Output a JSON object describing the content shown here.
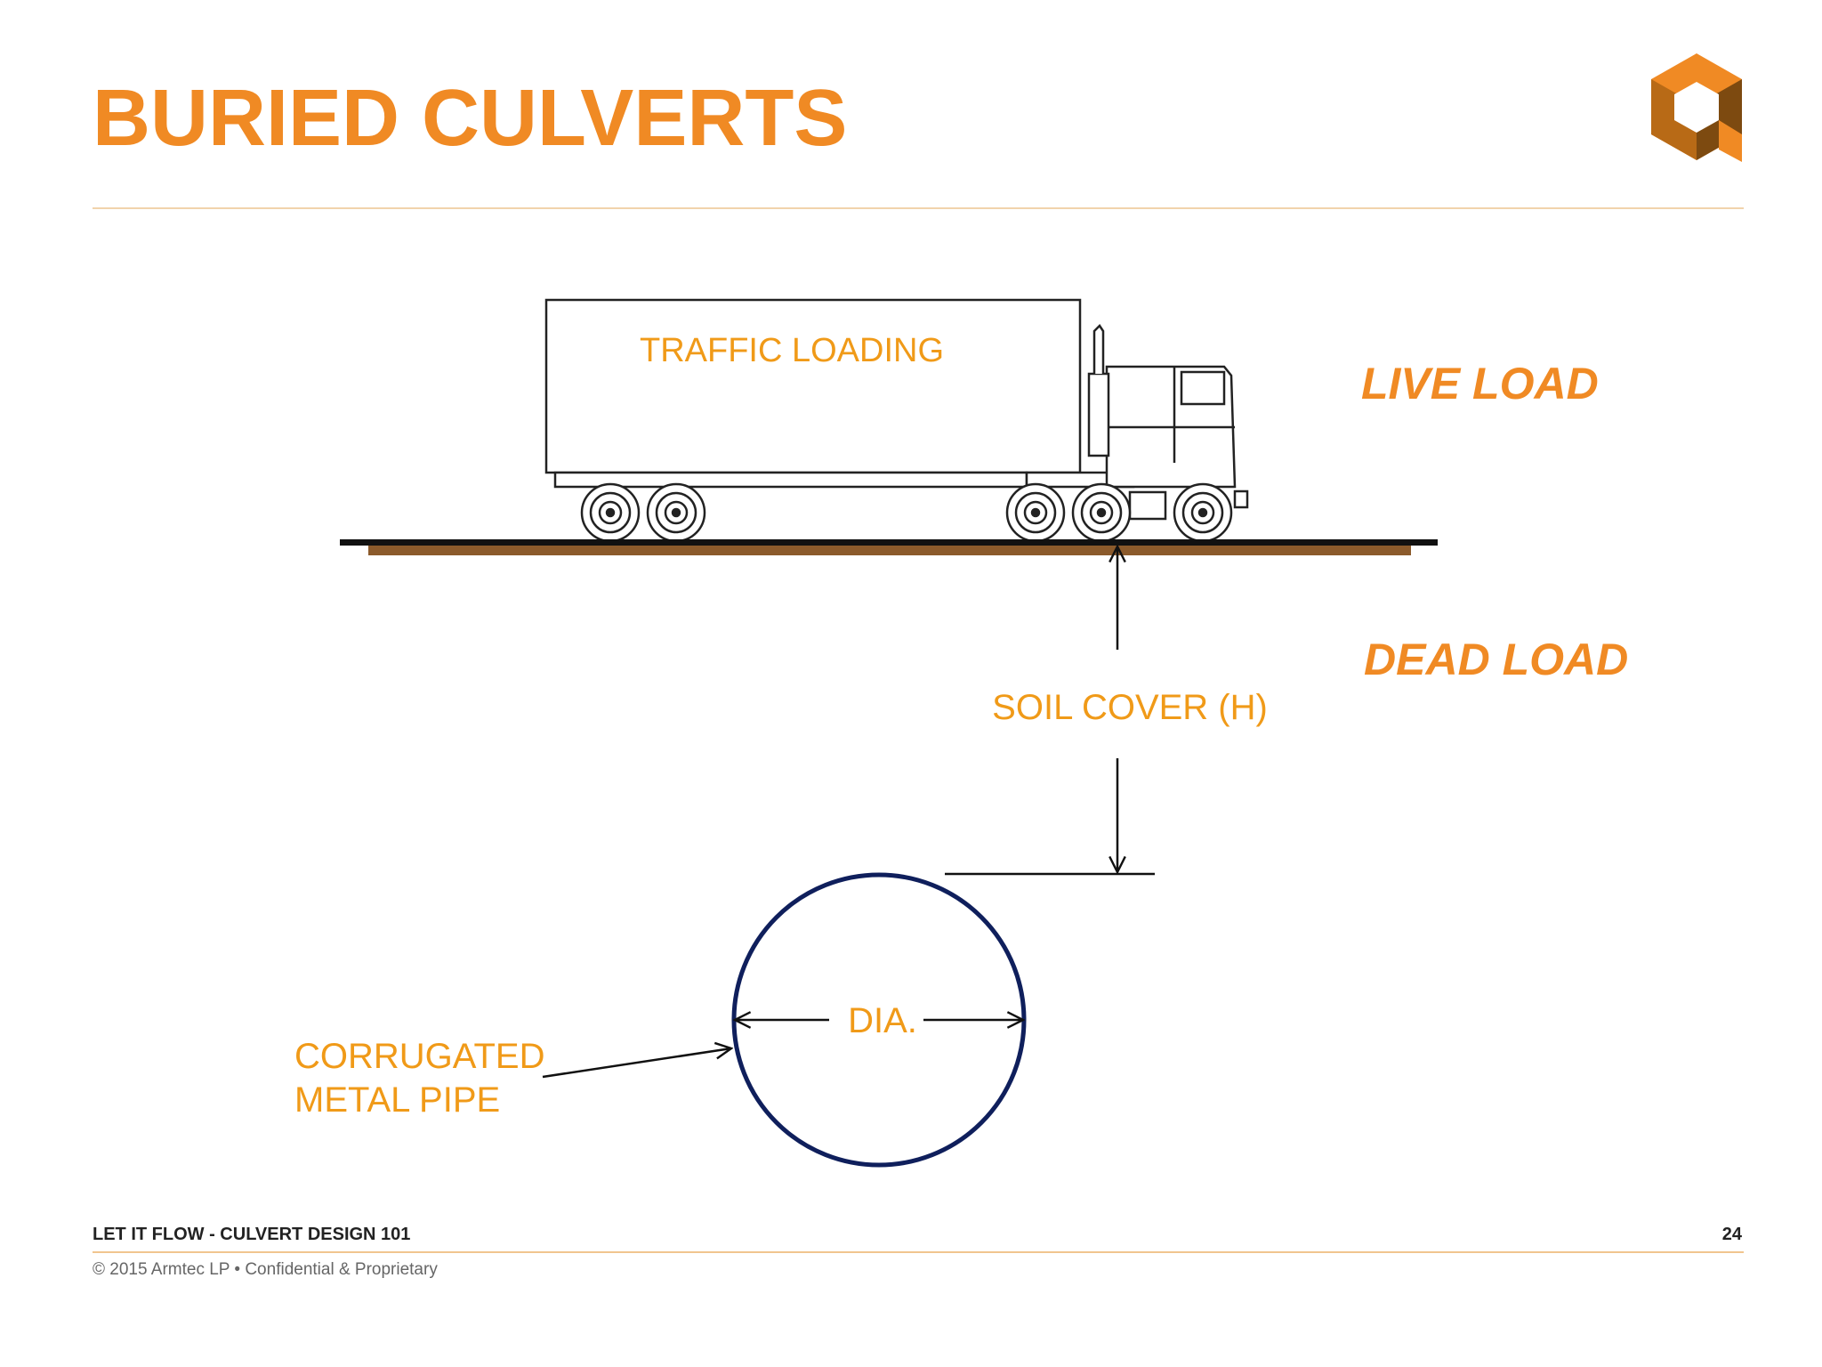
{
  "slide": {
    "title": "BURIED CULVERTS",
    "page_number": "24"
  },
  "diagram": {
    "truck_label": "TRAFFIC LOADING",
    "live_load_label": "LIVE LOAD",
    "dead_load_label": "DEAD LOAD",
    "soil_cover_label": "SOIL COVER (H)",
    "diameter_label": "DIA.",
    "pipe_label_line1": "CORRUGATED",
    "pipe_label_line2": "METAL PIPE"
  },
  "footer": {
    "presentation_title": "LET IT FLOW - CULVERT DESIGN 101",
    "copyright": "© 2015 Armtec LP •  Confidential & Proprietary"
  },
  "colors": {
    "title": "#f08a24",
    "label": "#f09a18",
    "pipe": "#0f1f5c",
    "ground": "#8b5a2b",
    "logo_orange": "#f08a24",
    "logo_brown": "#9a5a12"
  },
  "icons": {
    "logo": "armtec-hexagon-logo-icon"
  }
}
